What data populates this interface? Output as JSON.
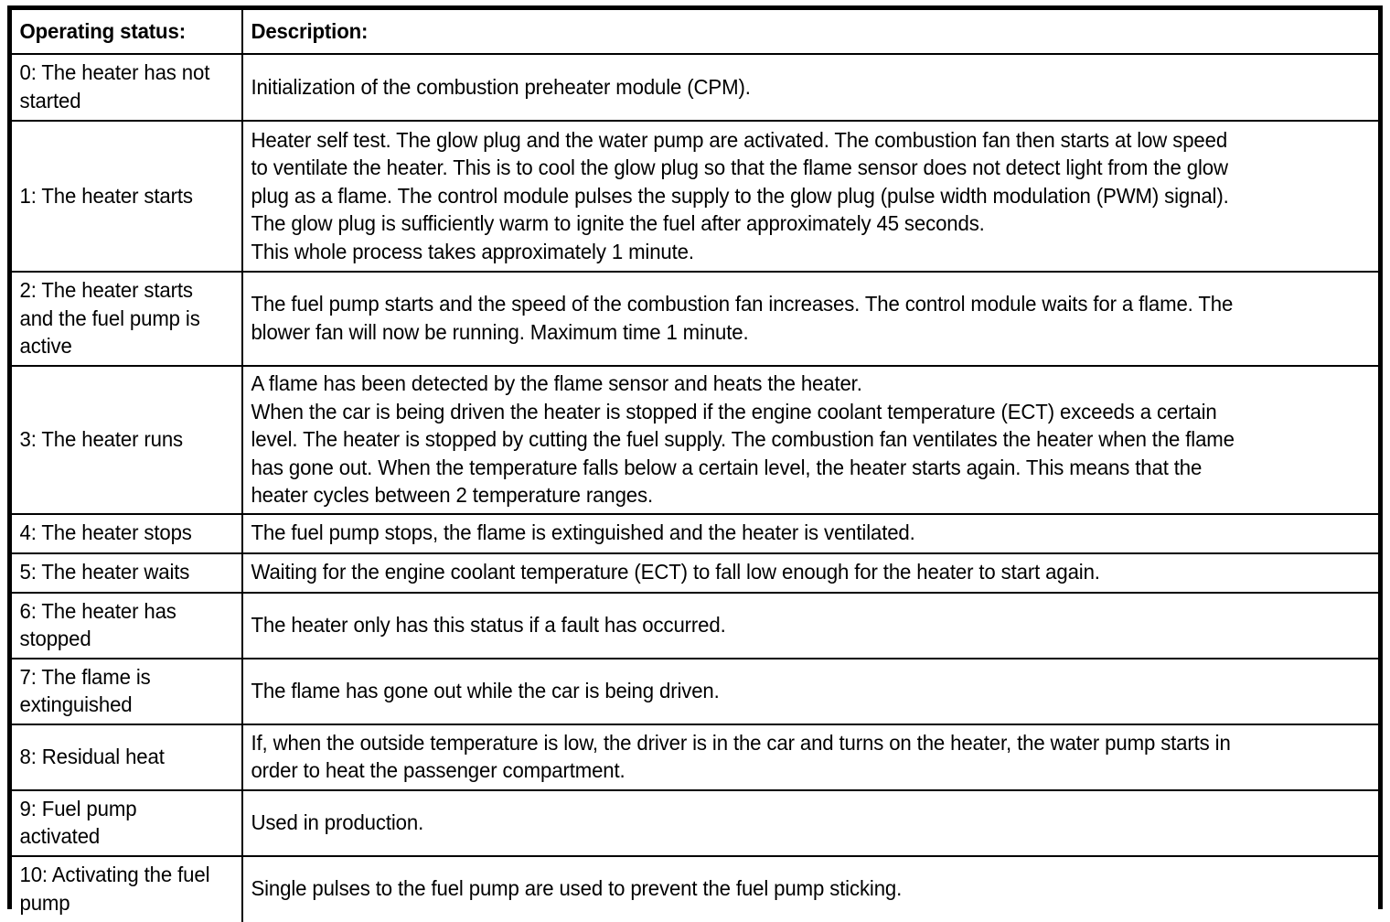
{
  "document": {
    "type": "table",
    "colors": {
      "text": "#000000",
      "background": "#ffffff",
      "border": "#000000"
    }
  },
  "table": {
    "columns": [
      {
        "key": "status",
        "header": "Operating status:"
      },
      {
        "key": "description",
        "header": "Description:"
      }
    ],
    "rows": [
      {
        "status_lines": [
          "0: The heater has not",
          "started"
        ],
        "status": "0: The heater has not started",
        "description_lines": [
          "Initialization of the combustion preheater module (CPM)."
        ]
      },
      {
        "status_lines": [
          "1: The heater starts"
        ],
        "status": "1: The heater starts",
        "description_lines": [
          "Heater self test. The glow plug and the water pump are activated. The combustion fan then starts at low speed",
          "to ventilate the heater. This is to cool the glow plug so that the flame sensor does not detect light from the glow",
          "plug as a flame. The control module pulses the supply to the glow plug (pulse width modulation (PWM) signal).",
          "The glow plug is sufficiently warm to ignite the fuel after approximately 45 seconds.",
          "This whole process takes approximately 1 minute."
        ]
      },
      {
        "status_lines": [
          "2: The heater starts",
          "and the fuel pump is",
          "active"
        ],
        "status": "2: The heater starts and the fuel pump is active",
        "description_lines": [
          "The fuel pump starts and the speed of the combustion fan increases. The control module waits for a flame. The",
          "blower fan will now be running. Maximum time 1 minute."
        ]
      },
      {
        "status_lines": [
          "3: The heater runs"
        ],
        "status": "3: The heater runs",
        "description_lines": [
          "A flame has been detected by the flame sensor and heats the heater.",
          "When the car is being driven the heater is stopped if the engine coolant temperature (ECT) exceeds a certain",
          "level. The heater is stopped by cutting the fuel supply. The combustion fan ventilates the heater when the flame",
          "has gone out. When the temperature falls below a certain level, the heater starts again. This means that the",
          "heater cycles between 2 temperature ranges."
        ]
      },
      {
        "status_lines": [
          "4: The heater stops"
        ],
        "status": "4: The heater stops",
        "description_lines": [
          "The fuel pump stops, the flame is extinguished and the heater is ventilated."
        ]
      },
      {
        "status_lines": [
          "5: The heater waits"
        ],
        "status": "5: The heater waits",
        "description_lines": [
          "Waiting for the engine coolant temperature (ECT) to fall low enough for the heater to start again."
        ]
      },
      {
        "status_lines": [
          "6: The heater has",
          "stopped"
        ],
        "status": "6: The heater has stopped",
        "description_lines": [
          "The heater only has this status if a fault has occurred."
        ]
      },
      {
        "status_lines": [
          "7: The flame is",
          "extinguished"
        ],
        "status": "7: The flame is extinguished",
        "description_lines": [
          "The flame has gone out while the car is being driven."
        ]
      },
      {
        "status_lines": [
          "8: Residual heat"
        ],
        "status": "8: Residual heat",
        "description_lines": [
          "If, when the outside temperature is low, the driver is in the car and turns on the heater, the water pump starts in",
          "order to heat the passenger compartment."
        ]
      },
      {
        "status_lines": [
          "9: Fuel pump",
          "activated"
        ],
        "status": "9: Fuel pump activated",
        "description_lines": [
          "Used in production."
        ]
      },
      {
        "status_lines": [
          "10: Activating the fuel",
          "pump"
        ],
        "status": "10: Activating the fuel pump",
        "description_lines": [
          "Single pulses to the fuel pump are used to prevent the fuel pump sticking."
        ]
      }
    ]
  }
}
